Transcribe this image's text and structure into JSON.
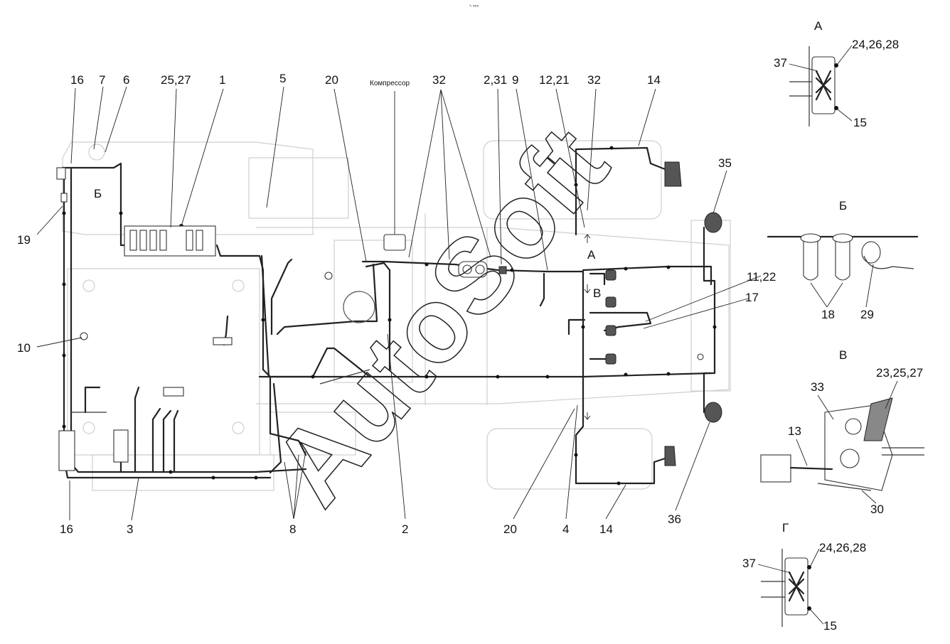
{
  "header_mark": "ª‹ ¤¤¤",
  "watermark": "AutoSoft",
  "compressor_label": "Компрессор",
  "callouts": {
    "c16_top": "16",
    "c7": "7",
    "c6": "6",
    "c25_27": "25,27",
    "c1": "1",
    "c5": "5",
    "c20_top": "20",
    "c32_a": "32",
    "c2_31": "2,31",
    "c9": "9",
    "c12_21": "12,21",
    "c32_b": "32",
    "c14_top": "14",
    "c35": "35",
    "c11_22": "11,22",
    "c17": "17",
    "c19": "19",
    "c10": "10",
    "c16_bottom": "16",
    "c3": "3",
    "c8": "8",
    "c2": "2",
    "c20_bottom": "20",
    "c4": "4",
    "c14_bottom": "14",
    "c36": "36"
  },
  "view_marks": {
    "mark_a": "А",
    "mark_b_left": "Б",
    "mark_v": "В"
  },
  "detail_views": {
    "a": {
      "title": "А",
      "c37": "37",
      "c24_26_28": "24,26,28",
      "c15": "15"
    },
    "b": {
      "title": "Б",
      "c18": "18",
      "c29": "29"
    },
    "v": {
      "title": "В",
      "c23_25_27": "23,25,27",
      "c33": "33",
      "c13": "13",
      "c30": "30"
    },
    "g": {
      "title": "Г",
      "c37": "37",
      "c24_26_28": "24,26,28",
      "c15": "15"
    }
  }
}
